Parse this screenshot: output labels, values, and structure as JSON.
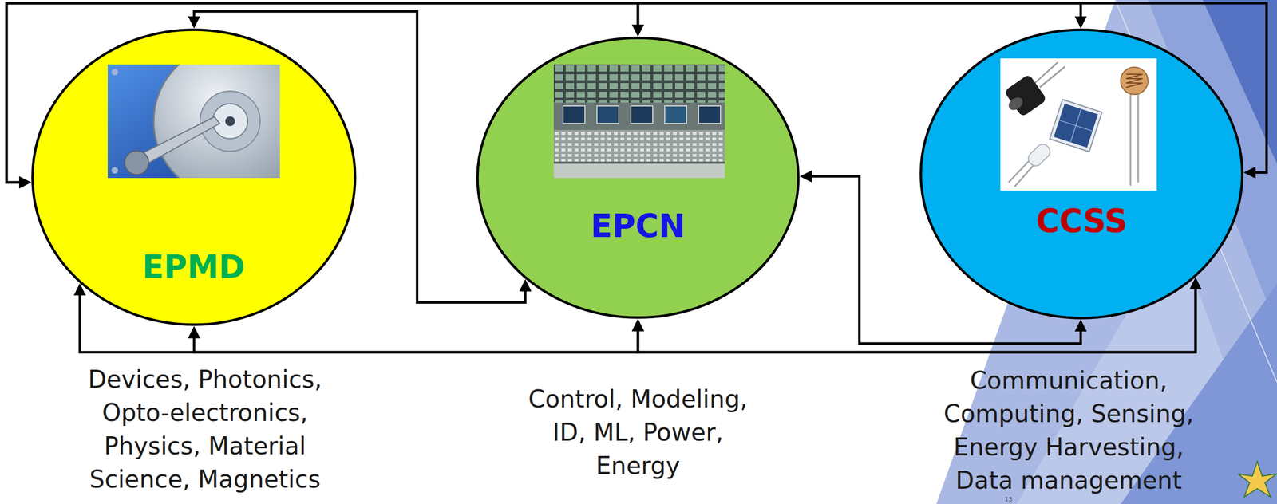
{
  "diagram": {
    "nodes": [
      {
        "text": [
          "EPMD"
        ]
      },
      {
        "text": [
          "EPCN"
        ]
      },
      {
        "text": [
          "CCSS"
        ]
      }
    ],
    "edges": [
      {
        "from": 0,
        "to": 1,
        "arrow": "both"
      },
      {
        "from": 0,
        "to": 2,
        "arrow": "both"
      },
      {
        "from": 1,
        "to": 2,
        "arrow": "both"
      },
      {
        "from": 0,
        "to": 1,
        "arrow": "both"
      },
      {
        "from": 1,
        "to": 2,
        "arrow": "both"
      },
      {
        "from": 0,
        "to": 1,
        "arrow": "both"
      },
      {
        "from": 0,
        "to": 2,
        "arrow": "both"
      },
      {
        "from": 1,
        "to": 2,
        "arrow": "both"
      }
    ],
    "labels": [
      "Devices, Photonics, Opto-electronics, Physics, Material Science, Magnetics",
      "Control, Modeling, ID, ML, Power, Energy",
      "Communication, Computing, Sensing, Energy Harvesting, Data management",
      "13"
    ]
  }
}
